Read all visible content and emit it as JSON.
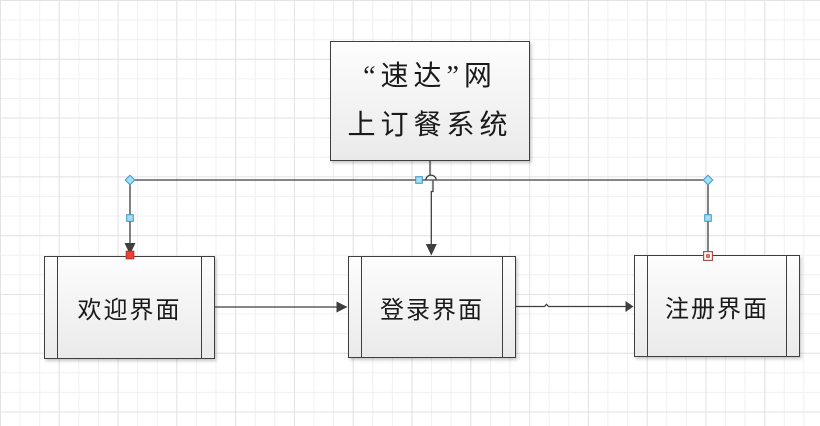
{
  "diagram": {
    "nodes": [
      {
        "id": "root",
        "label": "“速达”网\n上订餐系统",
        "shape": "rectangle"
      },
      {
        "id": "welcome",
        "label": "欢迎界面",
        "shape": "predefined-process"
      },
      {
        "id": "login",
        "label": "登录界面",
        "shape": "predefined-process"
      },
      {
        "id": "register",
        "label": "注册界面",
        "shape": "predefined-process"
      }
    ],
    "connectors": [
      {
        "id": "root-to-login",
        "from": "root",
        "to": "login",
        "arrow": true,
        "note": "vertical drop with line-jump arc over rail"
      },
      {
        "id": "rail",
        "endpoints": [
          "welcome-top",
          "register-top"
        ],
        "selected": true,
        "arrow_into": "welcome",
        "handles": {
          "vertex": 2,
          "midpoint": 3,
          "glued_endpoint_filled": "welcome",
          "endpoint_open": "register"
        }
      },
      {
        "id": "welcome-to-login",
        "from": "welcome",
        "to": "login",
        "arrow": true
      },
      {
        "id": "login-to-register",
        "from": "login",
        "to": "register",
        "arrow": true
      }
    ]
  },
  "colors": {
    "line": "#3f3f3f",
    "text": "#1a1a1a",
    "node_fill_top": "#fdfdfd",
    "node_fill_bottom": "#eaeaea",
    "handle_blue_fill": "#a5ddf3",
    "handle_blue_stroke": "#3c97c9",
    "handle_red_fill": "#ef4136",
    "handle_red_stroke": "#b53228",
    "endpoint_red": "#a65048",
    "endpoint_red_inner": "#c13b2f",
    "grid_minor": "#f0f0f0",
    "grid_major": "#e3e3e3"
  }
}
